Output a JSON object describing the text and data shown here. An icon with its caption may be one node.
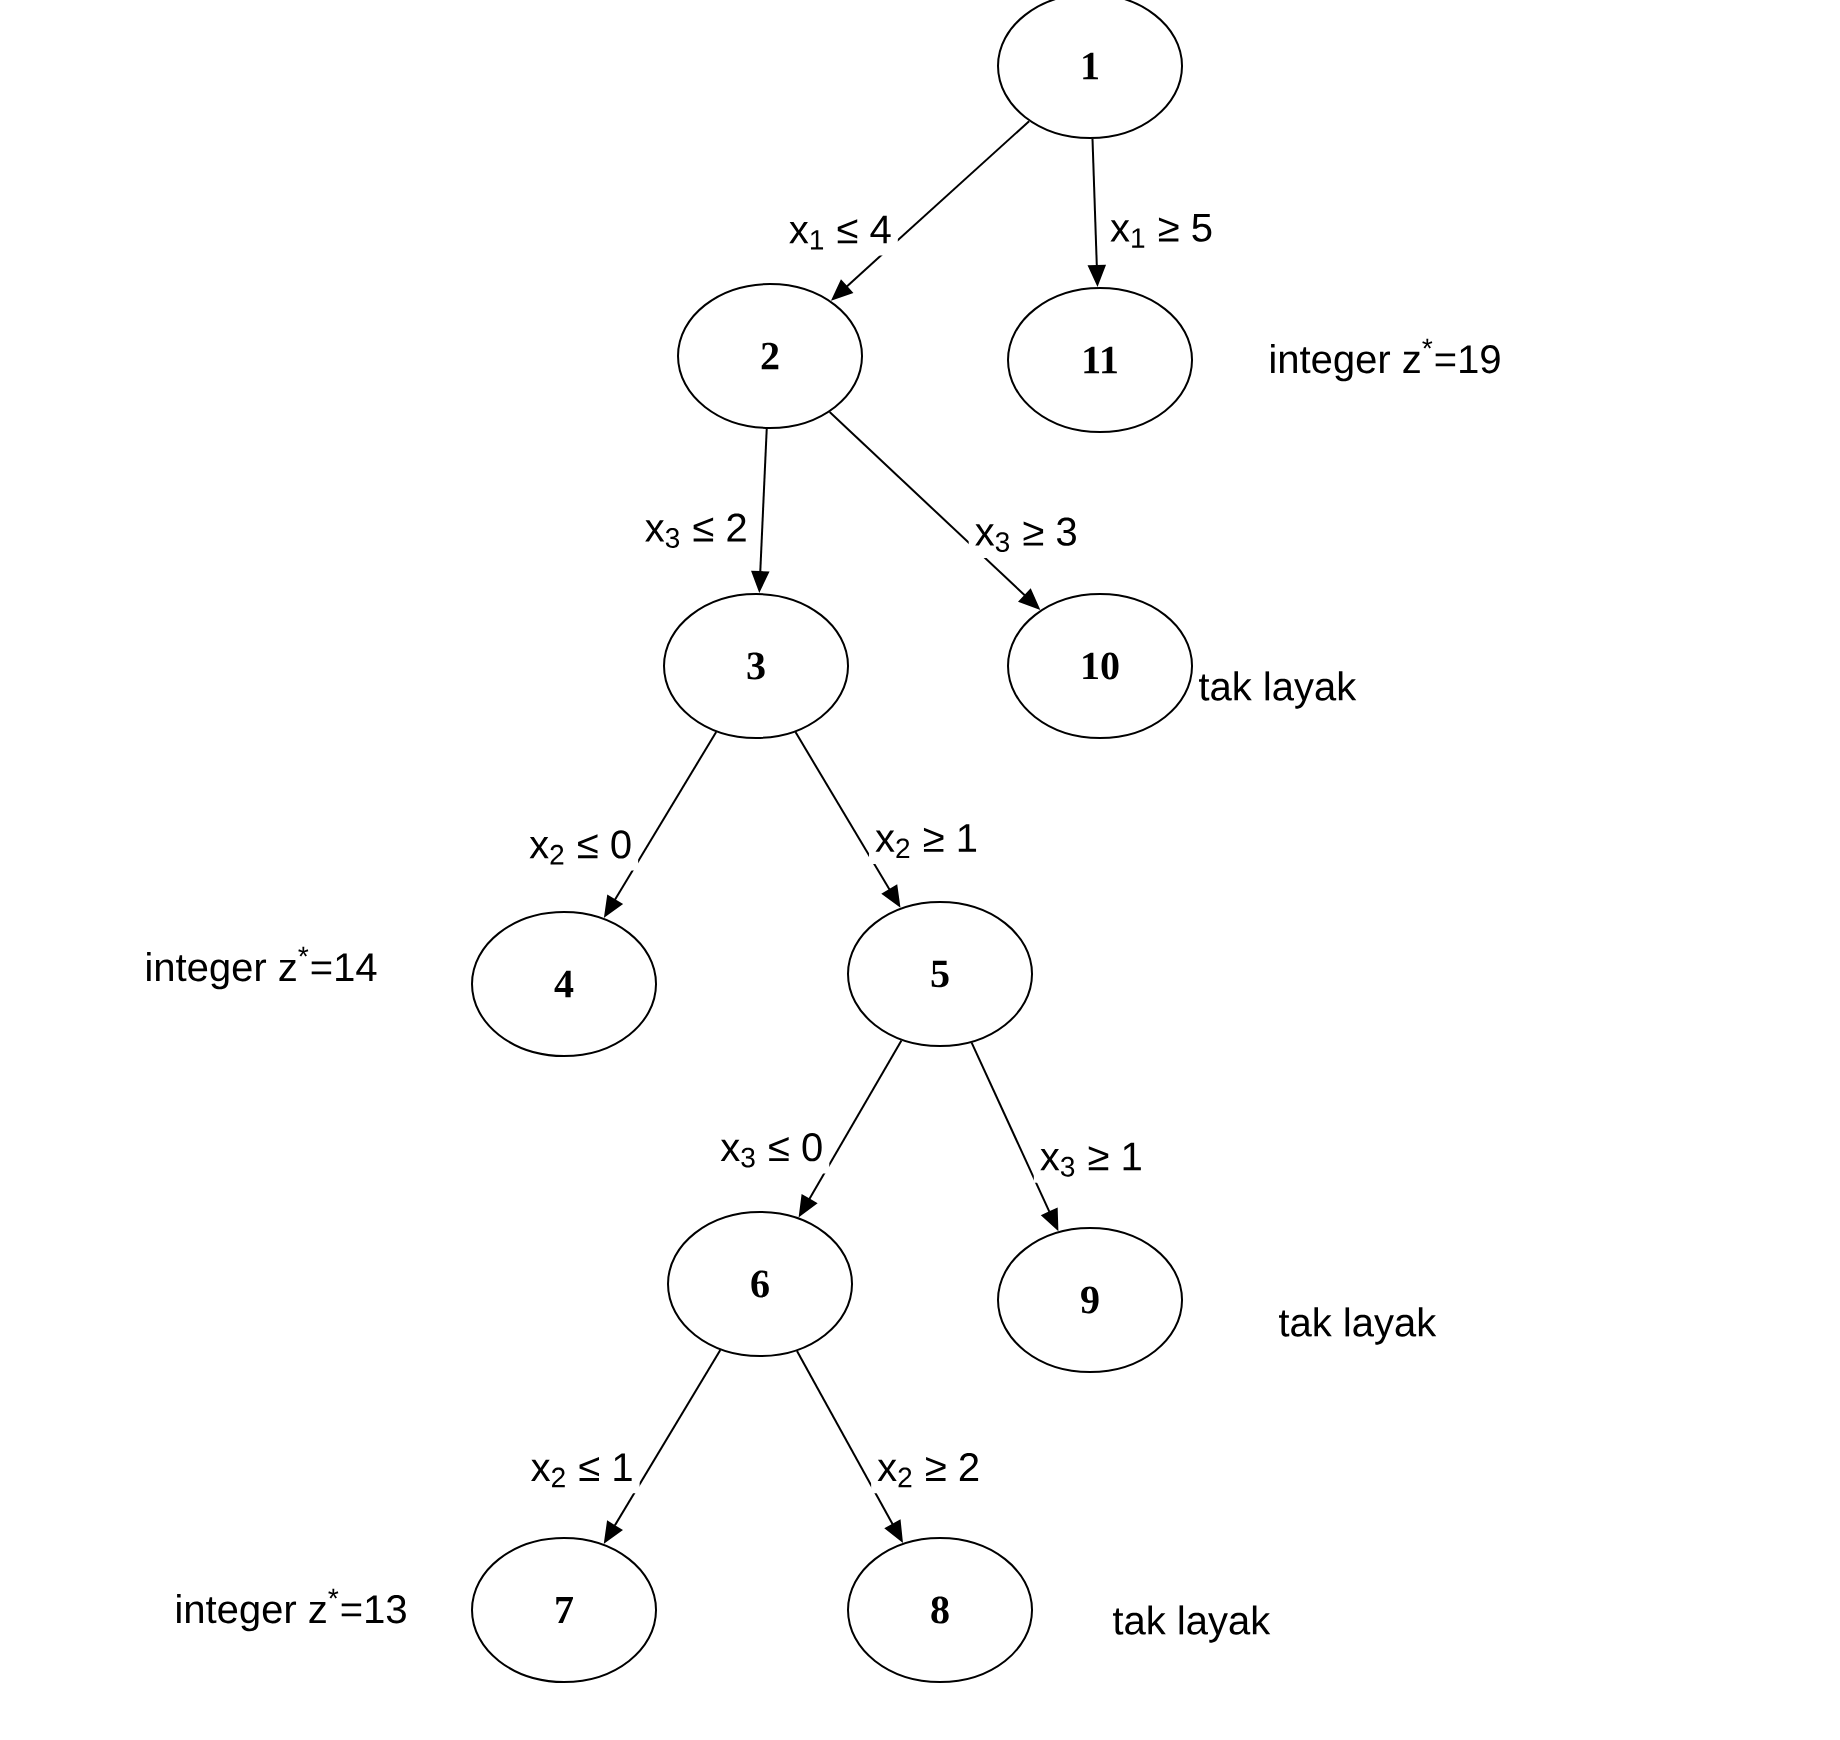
{
  "diagram": {
    "nodes": [
      {
        "text": [
          "1"
        ]
      },
      {
        "text": [
          "2"
        ]
      },
      {
        "text": [
          "11"
        ],
        "beside": [
          "integer z$^{*}$=19"
        ]
      },
      {
        "text": [
          "3"
        ]
      },
      {
        "text": [
          "10"
        ],
        "beside": [
          "tak layak"
        ]
      },
      {
        "text": [
          "4"
        ],
        "beside": [
          "integer z$^{*}$=14"
        ]
      },
      {
        "text": [
          "5"
        ]
      },
      {
        "text": [
          "6"
        ]
      },
      {
        "text": [
          "9"
        ],
        "beside": [
          "tak layak"
        ]
      },
      {
        "text": [
          "7"
        ],
        "beside": [
          "integer z$^{*}$=13"
        ]
      },
      {
        "text": [
          "8"
        ],
        "beside": [
          "tak layak"
        ]
      }
    ],
    "edges": [
      {
        "from": 0,
        "to": 1,
        "arrow": "to",
        "label": "x$_{1}$ ≤ 4"
      },
      {
        "from": 0,
        "to": 2,
        "arrow": "to",
        "label": "x$_{1}$ ≥ 5"
      },
      {
        "from": 1,
        "to": 3,
        "arrow": "to",
        "label": "x$_{3}$ ≤ 2"
      },
      {
        "from": 1,
        "to": 4,
        "arrow": "to",
        "label": "x$_{3}$ ≥ 3"
      },
      {
        "from": 3,
        "to": 5,
        "arrow": "to",
        "label": "x$_{2}$ ≤ 0"
      },
      {
        "from": 3,
        "to": 6,
        "arrow": "to",
        "label": "x$_{2}$ ≥ 1"
      },
      {
        "from": 6,
        "to": 7,
        "arrow": "to",
        "label": "x$_{3}$ ≤ 0"
      },
      {
        "from": 6,
        "to": 8,
        "arrow": "to",
        "label": "x$_{3}$ ≥ 1"
      },
      {
        "from": 7,
        "to": 9,
        "arrow": "to",
        "label": "x$_{2}$ ≤ 1"
      },
      {
        "from": 7,
        "to": 10,
        "arrow": "to",
        "label": "x$_{2}$ ≥ 2"
      }
    ]
  }
}
